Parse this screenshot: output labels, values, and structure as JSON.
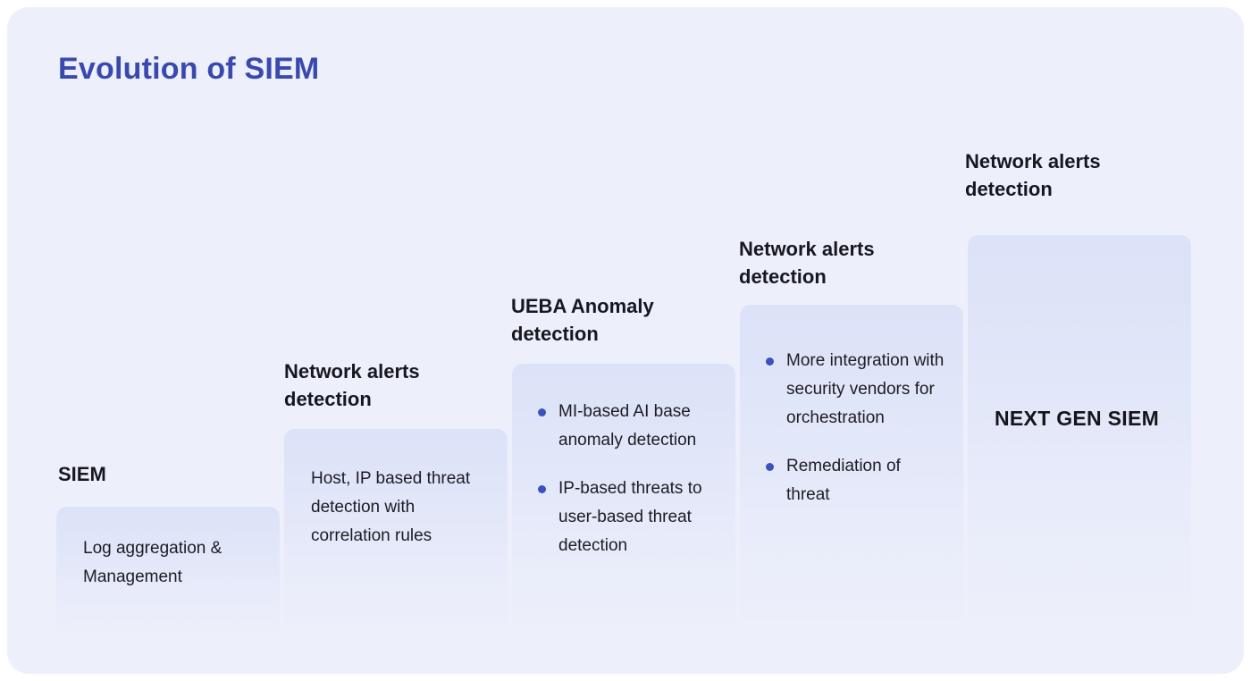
{
  "slide": {
    "title": "Evolution of SIEM"
  },
  "colors": {
    "page_background": "#FFFFFF",
    "panel_background": "#EDF0FA",
    "card_gradient_top": "#DCE2F8",
    "title_text": "#3A49B0",
    "heading_text": "#17171F",
    "body_text": "#1C1C24",
    "bullet_dot": "#3A52BC"
  },
  "columns": [
    {
      "heading": "SIEM",
      "body": "Log aggregation & Management"
    },
    {
      "heading": "Network alerts detection",
      "body": "Host, IP based threat detection with correlation rules"
    },
    {
      "heading": "UEBA Anomaly detection",
      "bullets": [
        "MI-based AI base anomaly detection",
        "IP-based threats to user-based threat detection"
      ]
    },
    {
      "heading": "Network alerts detection",
      "bullets": [
        "More integration with security vendors for orchestration",
        "Remediation of threat"
      ]
    },
    {
      "heading": "Network alerts detection",
      "body": "NEXT GEN SIEM"
    }
  ]
}
